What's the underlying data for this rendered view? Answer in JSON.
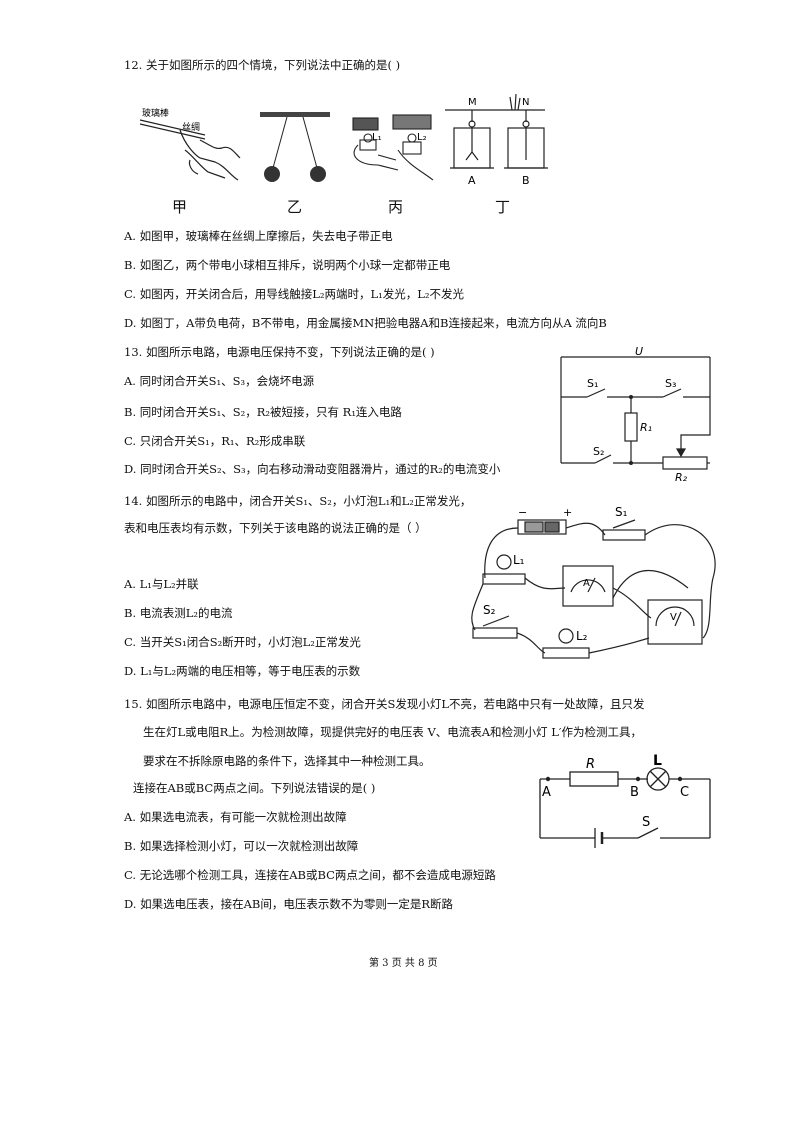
{
  "q12": {
    "stem": "12. 关于如图所示的四个情境，下列说法中正确的是(    )",
    "fig_jia": "甲",
    "fig_yi": "乙",
    "fig_bing": "丙",
    "fig_ding": "丁",
    "label_glass": "玻璃棒",
    "label_silk": "丝绸",
    "label_M": "M",
    "label_N": "N",
    "label_A": "A",
    "label_B": "B",
    "label_L1": "L₁",
    "label_L2": "L₂",
    "opt_a": "A. 如图甲，玻璃棒在丝绸上摩擦后，失去电子带正电",
    "opt_b": "B. 如图乙，两个带电小球相互排斥，说明两个小球一定都带正电",
    "opt_c": "C. 如图丙，开关闭合后，用导线触接L₂两端时，L₁发光，L₂不发光",
    "opt_d": "D. 如图丁，A带负电荷，B不带电，用金属接MN把验电器A和B连接起来，电流方向从A 流向B"
  },
  "q13": {
    "stem": "13. 如图所示电路，电源电压保持不变，下列说法正确的是(    )",
    "opt_a": "A. 同时闭合开关S₁、S₃，会烧坏电源",
    "opt_b": "B. 同时闭合开关S₁、S₂，R₂被短接，只有 R₁连入电路",
    "opt_c": "C. 只闭合开关S₁，R₁、R₂形成串联",
    "opt_d": "D. 同时闭合开关S₂、S₃，向右移动滑动变阻器滑片，通过的R₂的电流变小",
    "label_U": "U",
    "label_S1": "S₁",
    "label_S2": "S₂",
    "label_S3": "S₃",
    "label_R1": "R₁",
    "label_R2": "R₂"
  },
  "q14": {
    "stem1": "14. 如图所示的电路中，闭合开关S₁、S₂，小灯泡L₁和L₂正常发光，",
    "stem2": "表和电压表均有示数，下列关于该电路的说法正确的是（    ）",
    "opt_a": "A. L₁与L₂并联",
    "opt_b": "B. 电流表测L₂的电流",
    "opt_c": "C. 当开关S₁闭合S₂断开时，小灯泡L₂正常发光",
    "opt_d": "D. L₁与L₂两端的电压相等，等于电压表的示数",
    "label_S1": "S₁",
    "label_S2": "S₂",
    "label_L1": "L₁",
    "label_L2": "L₂",
    "label_A": "A",
    "label_V": "V",
    "label_minus": "−",
    "label_plus": "+"
  },
  "q15": {
    "stem1": "15. 如图所示电路中，电源电压恒定不变，闭合开关S发现小灯L不亮，若电路中只有一处故障，且只发",
    "stem2": "生在灯L或电阻R上。为检测故障，现提供完好的电压表 V、电流表A和检测小灯 L′作为检测工具，",
    "stem3": "要求在不拆除原电路的条件下，选择其中一种检测工具。",
    "stem4": "连接在AB或BC两点之间。下列说法错误的是(    )",
    "opt_a": "A. 如果选电流表，有可能一次就检测出故障",
    "opt_b": "B. 如果选择检测小灯，可以一次就检测出故障",
    "opt_c": "C. 无论选哪个检测工具，连接在AB或BC两点之间，都不会造成电源短路",
    "opt_d": "D. 如果选电压表，接在AB间，电压表示数不为零则一定是R断路",
    "label_R": "R",
    "label_L": "L",
    "label_A": "A",
    "label_B": "B",
    "label_C": "C",
    "label_S": "S"
  },
  "footer": "第 3 页 共 8 页"
}
